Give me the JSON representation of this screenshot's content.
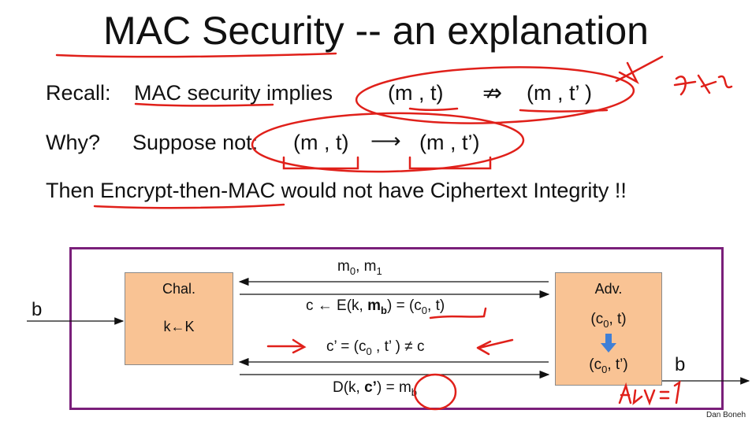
{
  "slide": {
    "title_main": "MAC Security",
    "title_rest": "--  an explanation",
    "recall_label": "Recall:",
    "recall_text": "MAC security implies",
    "recall_left": "(m , t)",
    "recall_arrow": "⇏",
    "recall_right": "(m , t’ )",
    "why_label": "Why?",
    "why_text": "Suppose not:",
    "why_left": "(m , t)",
    "why_arrow": "⟶",
    "why_right": "(m , t’)",
    "then_pre": "Then ",
    "then_em": "Encrypt-then-MAC",
    "then_post": " would not have Ciphertext Integrity !!",
    "author": "Dan Boneh"
  },
  "annotations": {
    "t_neq": "t≠t’",
    "adv_eq": "Adv = 1"
  },
  "diagram": {
    "input_b": "b",
    "output_b": "b",
    "chal_label": "Chal.",
    "chal_key": "k←K",
    "adv_label": "Adv.",
    "adv_pair1_a": "(c",
    "adv_pair1_sub": "0",
    "adv_pair1_b": ", t)",
    "adv_pair2_a": "(c",
    "adv_pair2_sub": "0",
    "adv_pair2_b": ", t’)",
    "msg1_a": "m",
    "msg1_sub0": "0",
    "msg1_b": ", m",
    "msg1_sub1": "1",
    "msg2_a": "c ← E(k, ",
    "msg2_bold": "m",
    "msg2_boldsub": "b",
    "msg2_b": ") = (c",
    "msg2_sub": "0",
    "msg2_c": ", t)",
    "msg3_a": "c’ = (c",
    "msg3_sub": "0",
    "msg3_b": " , t’ )    ≠ c",
    "msg4_a": "D(k, ",
    "msg4_bold": "c’",
    "msg4_b": ") = m",
    "msg4_sub": "b"
  },
  "colors": {
    "ink": "#e0201a",
    "box_border": "#7a1f7a",
    "party_fill": "#f9c394",
    "arrow_blue": "#3f7fd6"
  }
}
